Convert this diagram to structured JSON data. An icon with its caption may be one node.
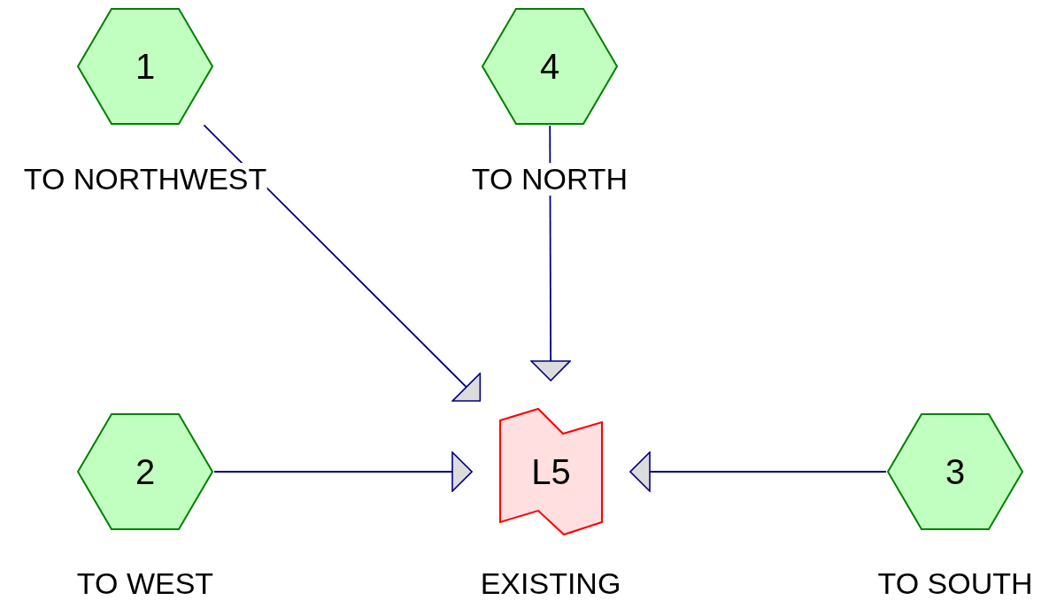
{
  "diagram": {
    "nodes": [
      {
        "text": [
          "1"
        ],
        "beside": [
          "TO NORTHWEST"
        ]
      },
      {
        "text": [
          "4"
        ],
        "beside": [
          "TO NORTH"
        ]
      },
      {
        "text": [
          "2"
        ],
        "beside": [
          "TO WEST"
        ]
      },
      {
        "text": [
          "L5"
        ],
        "beside": [
          "EXISTING"
        ]
      },
      {
        "text": [
          "3"
        ],
        "beside": [
          "TO SOUTH"
        ]
      }
    ],
    "edges": [
      {
        "from": 0,
        "to": 3,
        "arrow": "to"
      },
      {
        "from": 1,
        "to": 3,
        "arrow": "to"
      },
      {
        "from": 2,
        "to": 3,
        "arrow": "to"
      },
      {
        "from": 4,
        "to": 3,
        "arrow": "to"
      }
    ]
  }
}
